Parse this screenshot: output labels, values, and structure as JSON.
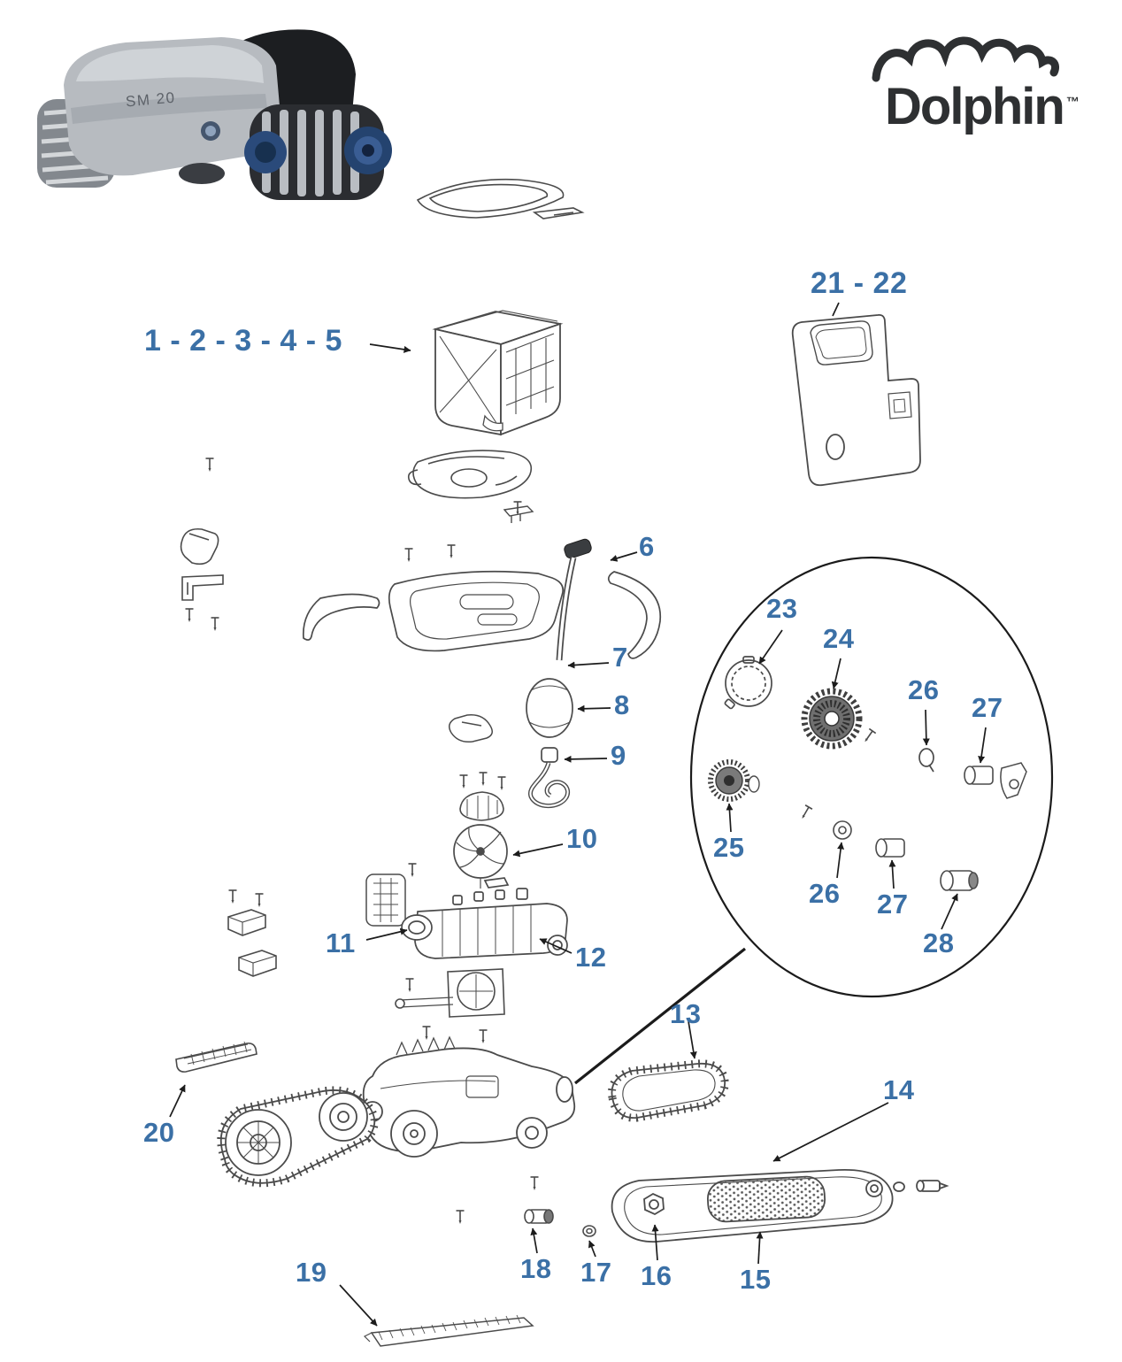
{
  "brand": {
    "logo_text": "Dolphin",
    "trademark": "™"
  },
  "product": {
    "model_label": "SM 20"
  },
  "colors": {
    "callout_blue": "#3b70a6",
    "logo_dark": "#2e3032",
    "line_gray": "#4b4b4b"
  },
  "callouts": {
    "group_1_5": {
      "text": "1 - 2 - 3 - 4 - 5"
    },
    "group_21_22": {
      "text": "21 - 22"
    },
    "c6": {
      "text": "6"
    },
    "c7": {
      "text": "7"
    },
    "c8": {
      "text": "8"
    },
    "c9": {
      "text": "9"
    },
    "c10": {
      "text": "10"
    },
    "c11": {
      "text": "11"
    },
    "c12": {
      "text": "12"
    },
    "c13": {
      "text": "13"
    },
    "c14": {
      "text": "14"
    },
    "c15": {
      "text": "15"
    },
    "c16": {
      "text": "16"
    },
    "c17": {
      "text": "17"
    },
    "c18": {
      "text": "18"
    },
    "c19": {
      "text": "19"
    },
    "c20": {
      "text": "20"
    },
    "c23": {
      "text": "23"
    },
    "c24": {
      "text": "24"
    },
    "c25": {
      "text": "25"
    },
    "c26_upper": {
      "text": "26"
    },
    "c27_upper": {
      "text": "27"
    },
    "c26_lower": {
      "text": "26"
    },
    "c27_lower": {
      "text": "27"
    },
    "c28": {
      "text": "28"
    }
  }
}
